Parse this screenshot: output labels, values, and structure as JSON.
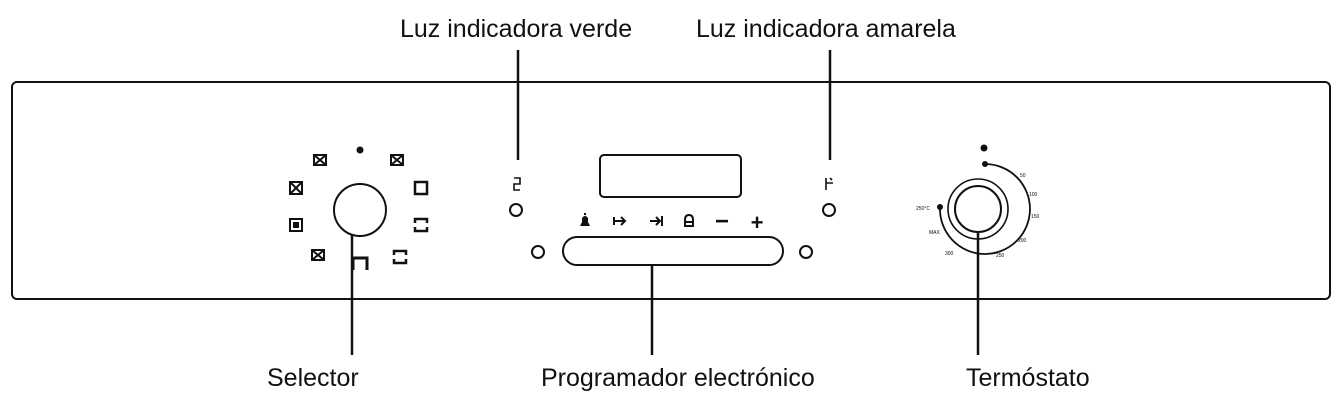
{
  "labels": {
    "green_light": "Luz indicadora verde",
    "yellow_light": "Luz indicadora amarela",
    "selector": "Selector",
    "programmer": "Programador electrónico",
    "thermostat": "Termóstato"
  },
  "programmer": {
    "minus_symbol": "−",
    "plus_symbol": "+"
  },
  "thermostat_scale": [
    "50",
    "100",
    "150",
    "200",
    "250",
    "250°C",
    "300",
    "MAX"
  ],
  "colors": {
    "line": "#111111",
    "background": "#ffffff"
  }
}
